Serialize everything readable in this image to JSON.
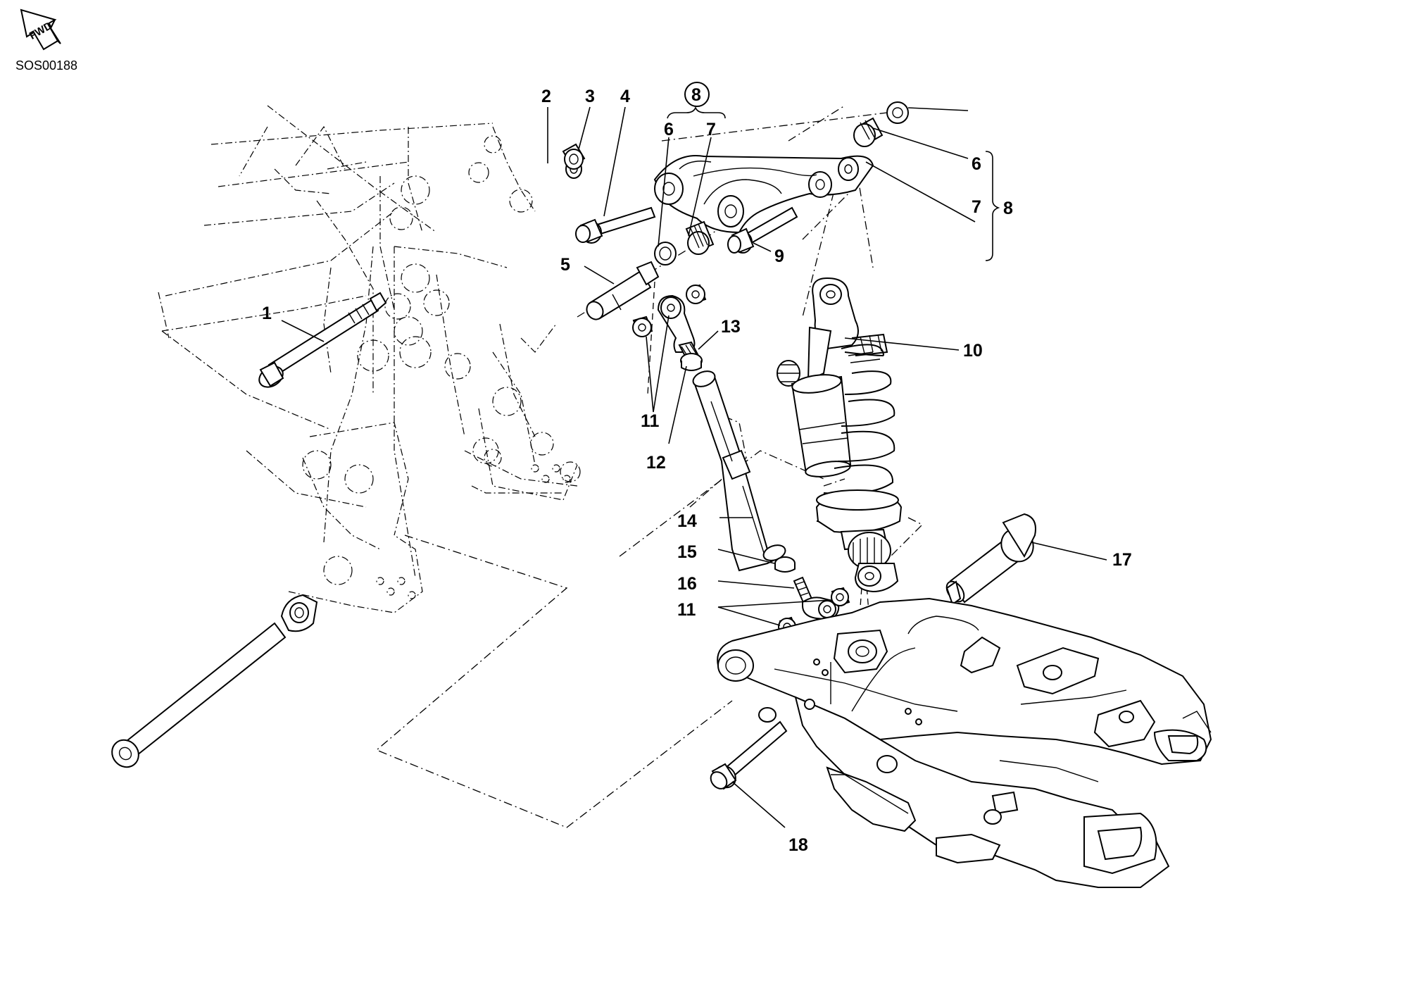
{
  "drawing_code": "SOS00188",
  "fwd_label": "FWD",
  "callouts": {
    "c1": "1",
    "c2": "2",
    "c3": "3",
    "c4": "4",
    "c5": "5",
    "c6_top": "6",
    "c7_top": "7",
    "c8_circled": "8",
    "c6_right": "6",
    "c7_right": "7",
    "c8_right": "8",
    "c9": "9",
    "c10": "10",
    "c11_upper": "11",
    "c12": "12",
    "c13": "13",
    "c14": "14",
    "c15": "15",
    "c16": "16",
    "c11_lower": "11",
    "c17": "17",
    "c18": "18"
  }
}
